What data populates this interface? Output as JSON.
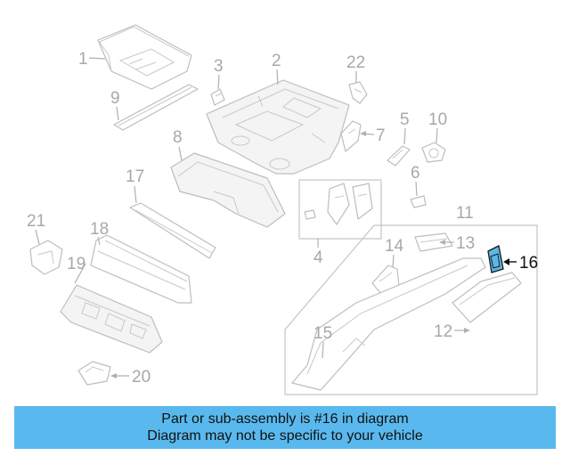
{
  "callouts": {
    "c1": "1",
    "c2": "2",
    "c3": "3",
    "c4": "4",
    "c5": "5",
    "c6": "6",
    "c7": "7",
    "c8": "8",
    "c9": "9",
    "c10": "10",
    "c11": "11",
    "c12": "12",
    "c13": "13",
    "c14": "14",
    "c15": "15",
    "c16": "16",
    "c17": "17",
    "c18": "18",
    "c19": "19",
    "c20": "20",
    "c21": "21",
    "c22": "22"
  },
  "highlighted_part": "16",
  "colors": {
    "highlight": "#5bb8e6",
    "banner": "#59b9ee",
    "line_art": "#bdbdbd",
    "callout_text": "#a8a8a8"
  },
  "banner": {
    "line1": "Part or sub-assembly is #16 in diagram",
    "line2": "Diagram may not be specific to your vehicle"
  }
}
